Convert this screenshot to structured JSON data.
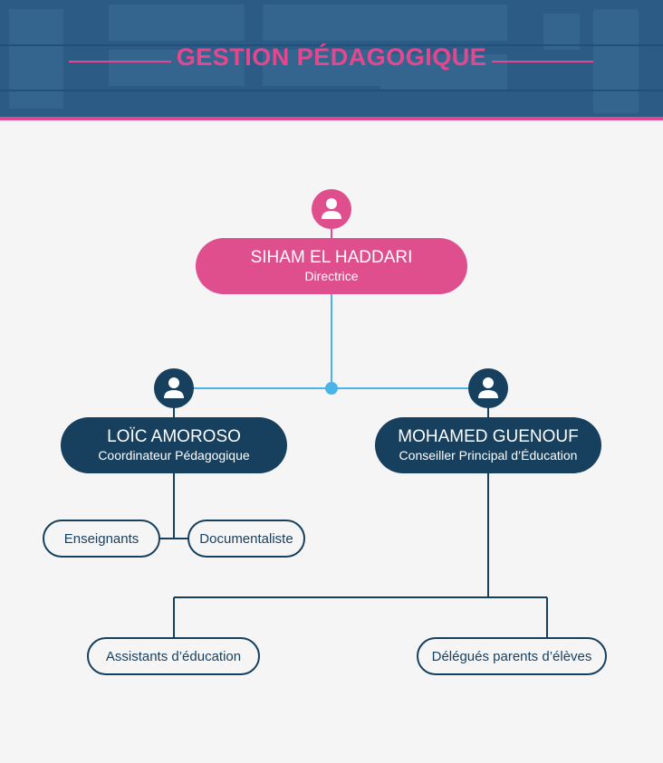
{
  "header": {
    "title": "GESTION PÉDAGOGIQUE"
  },
  "colors": {
    "pink": "#e04f8d",
    "navy": "#173f5e",
    "connector": "#4ab3e8",
    "banner": "#2a5a82"
  },
  "org": {
    "head": {
      "name": "SIHAM EL HADDARI",
      "role": "Directrice"
    },
    "left": {
      "name": "LOÏC AMOROSO",
      "role": "Coordinateur Pédagogique"
    },
    "right": {
      "name": "MOHAMED GUENOUF",
      "role": "Conseiller Principal d’Éducation"
    }
  },
  "leaves": {
    "enseignants": "Enseignants",
    "documentaliste": "Documentaliste",
    "assistants": "Assistants d’éducation",
    "delegues": "Délégués parents d’élèves"
  }
}
